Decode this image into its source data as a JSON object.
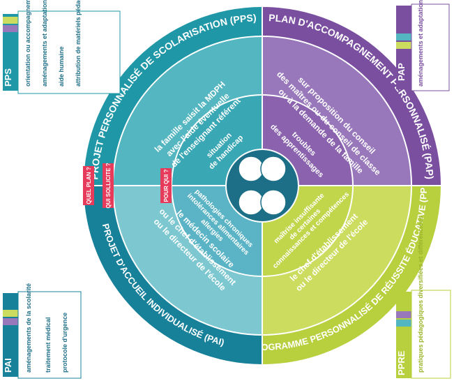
{
  "colors": {
    "pps": "#1f97a6",
    "pap": "#7a4fa0",
    "ppre": "#b8cf3e",
    "pai": "#17819a",
    "tag": "#e63b5a"
  },
  "center": {
    "situation": [
      "situation",
      "de handicap"
    ],
    "troubles": [
      "troubles",
      "des apprentissages"
    ],
    "maitrise": [
      "maîtrise insuffisante",
      "de certaines",
      "connaissances et compétences"
    ],
    "pathologies": [
      "pathologies chroniques",
      "intolérances alimentaires",
      "allergies"
    ]
  },
  "who": {
    "pps": [
      "la famille saisit la MDPH",
      "avec l'aide éventuelle",
      "de l'enseignant référent"
    ],
    "pap": [
      "sur proposition du conseil",
      "des maîtres ou du conseil de classe",
      "ou à la demande de la famille"
    ],
    "ppre": [
      "le chef d'établissement",
      "ou le directeur de l'école"
    ],
    "pai": [
      "le médecin scolaire",
      "ou le chef d'établissement",
      "ou le directeur de l'école"
    ]
  },
  "rings": {
    "pps": "PROJET PERSONNALISÉ DE SCOLARISATION (PPS)",
    "pap": "PLAN D'ACCOMPAGNEMENT PERSONNALISÉ (PAP)",
    "ppre": "PROGRAMME PERSONNALISÉ DE RÉUSSITE ÉDUCATIVE (PPRE)",
    "pai": "PROJET D'ACCUEIL INDIVIDUALISÉ (PAI)"
  },
  "tags": {
    "pour_qui": "POUR QUI ?",
    "qui_sollicite": "QUI SOLLICITE ?",
    "quel_plan": "QUEL PLAN ?"
  },
  "plans": {
    "pps": {
      "label": "PPS",
      "items": [
        "orientation ou accompagnement",
        "aménagements et adaptations pédagogiques",
        "aide humaine",
        "attribution de matériels pédagogiques adaptés"
      ]
    },
    "pap": {
      "label": "PAP",
      "items": [
        "aménagements et adaptations pédagogiques"
      ]
    },
    "pai": {
      "label": "PAI",
      "items": [
        "aménagements de la scolarité",
        "traitement médical",
        "protocole d'urgence"
      ]
    },
    "ppre": {
      "label": "PPRE",
      "items": [
        "pratiques pédagogiques diversifiées et différenciées"
      ]
    }
  }
}
